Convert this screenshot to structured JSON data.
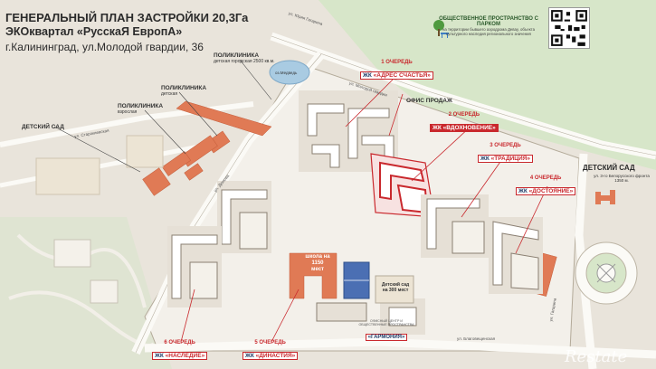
{
  "title": {
    "line1": "ГЕНЕРАЛЬНЫЙ ПЛАН ЗАСТРОЙКИ 20,3Га",
    "line2": "ЭКОквартал «РусскаЯ ЕвропА»",
    "line3": "г.Калининград, ул.Молодой гвардии, 36"
  },
  "park": {
    "title": "ОБЩЕСТВЕННОЕ ПРОСТРАНСТВО С ПАРКОМ",
    "desc": "на территории бывшего аэродрома Девау, объекта культурного наследия регионального значения"
  },
  "phases": [
    {
      "num": "1 ОЧЕРЕДЬ",
      "prefix": "ЖК",
      "name": "«АДРЕС СЧАСТЬЯ»",
      "highlight": false
    },
    {
      "num": "2 ОЧЕРЕДЬ",
      "prefix": "ЖК",
      "name": "«ВДОХНОВЕНИЕ»",
      "highlight": true
    },
    {
      "num": "3 ОЧЕРЕДЬ",
      "prefix": "ЖК",
      "name": "«ТРАДИЦИЯ»",
      "highlight": false
    },
    {
      "num": "4 ОЧЕРЕДЬ",
      "prefix": "ЖК",
      "name": "«ДОСТОЯНИЕ»",
      "highlight": false
    },
    {
      "num": "5 ОЧЕРЕДЬ",
      "prefix": "ЖК",
      "name": "«ДИНАСТИЯ»",
      "highlight": false
    },
    {
      "num": "6 ОЧЕРЕДЬ",
      "prefix": "ЖК",
      "name": "«НАСЛЕДИЕ»",
      "highlight": false
    }
  ],
  "labels": {
    "poly_city": "ПОЛИКЛИНИКА",
    "poly_city_sub": "детская городская 2500 кв.м.",
    "poly_kids": "ПОЛИКЛИНИКА",
    "poly_kids_sub": "детская",
    "poly_adult": "ПОЛИКЛИНИКА",
    "poly_adult_sub": "взрослая",
    "kindergarten": "ДЕТСКИЙ САД",
    "sales_office": "ОФИС ПРОДАЖ",
    "pond": "оз.Медведь",
    "school": "школа на 1150 мест",
    "kindergarten_small": "Детский сад на 300 мест",
    "kg_big_title": "ДЕТСКИЙ САД",
    "kg_big_sub": "ул. 3-го Белорусского фронта 1350 м.",
    "garmonia_sub": "ОФИСНЫЙ ЦЕНТР И ОБЩЕСТВЕННЫЕ ПРОСТРАНСТВА",
    "garmonia": "«ГАРМОНИЯ»"
  },
  "roads": {
    "r1": "ул. Юрия Гагарина",
    "r2": "ул. Молодой гвардии",
    "r3": "ул. Старокиевская",
    "r4": "ул. Дюнова",
    "r5": "ул. Благовещенская",
    "r6": "ул. Гагарина"
  },
  "logo": "Restate"
}
